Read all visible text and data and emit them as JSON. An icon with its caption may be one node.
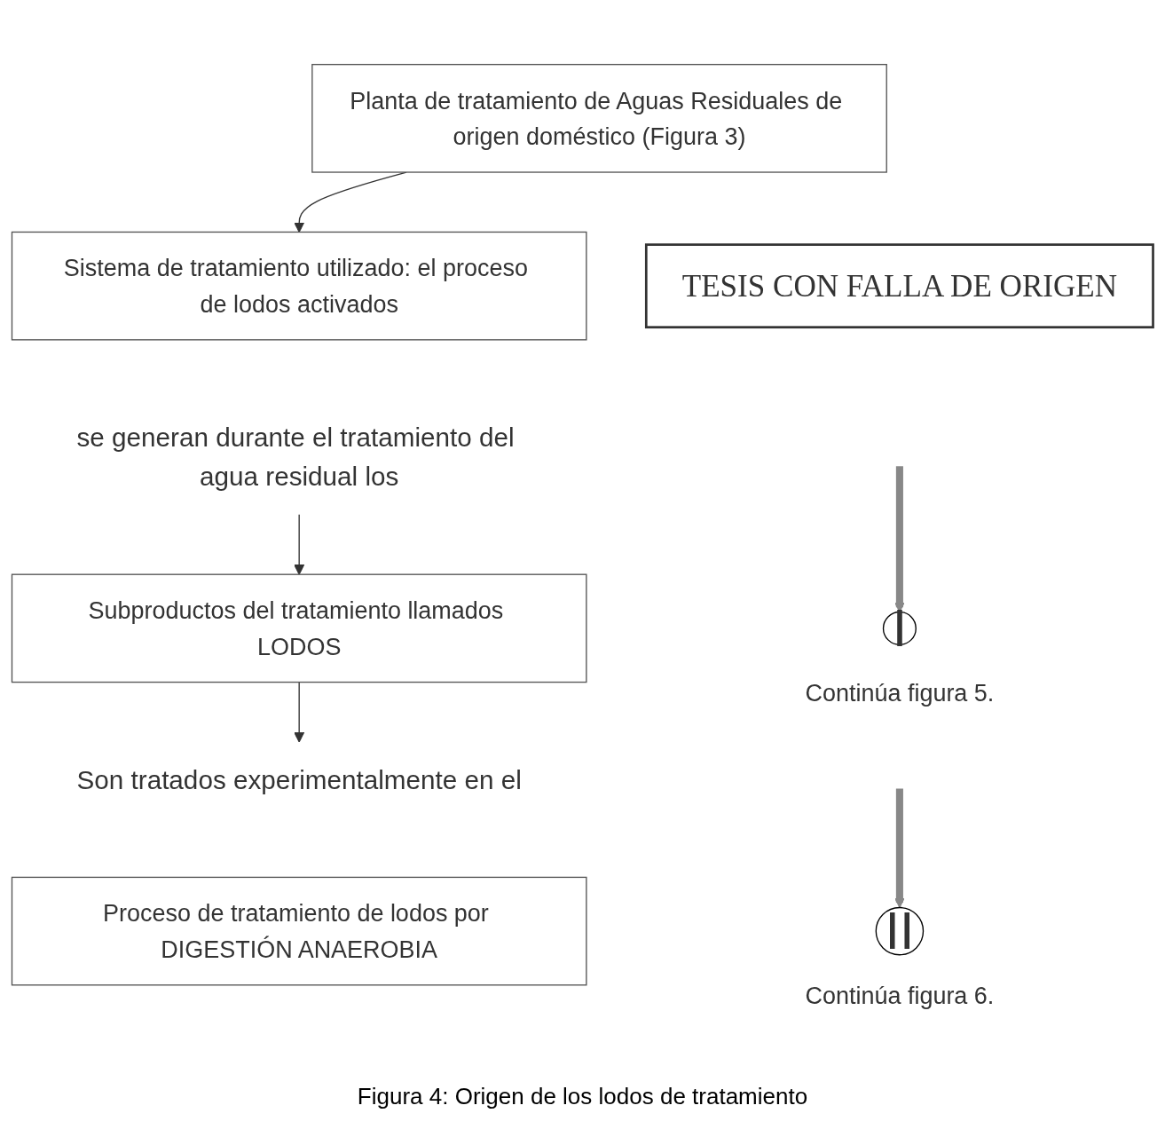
{
  "diagram": {
    "caption": "Figura 4: Origen de los lodos de tratamiento",
    "nodes": [
      {
        "text": [
          "Planta de tratamiento de Aguas Residuales de origen doméstico (Figura 3)"
        ]
      },
      {
        "text": [
          "Sistema de tratamiento utilizado: el proceso de lodos activados"
        ]
      },
      {
        "text": [
          "TESIS CON FALLA DE ORIGEN"
        ]
      },
      {
        "text": [
          "se generan durante el tratamiento del agua residual los"
        ]
      },
      {
        "text": [
          "Subproductos del tratamiento llamados LODOS"
        ]
      },
      {
        "text": [
          "I"
        ],
        "beside": [
          "Continúa figura 5."
        ]
      },
      {
        "text": [
          "Son tratados experimentalmente en el"
        ]
      },
      {
        "text": [
          "Proceso de tratamiento de lodos por DIGESTIÓN ANAEROBIA"
        ]
      },
      {
        "text": [
          "II"
        ],
        "beside": [
          "Continúa figura 6."
        ]
      }
    ],
    "edges": [
      {
        "from": 0,
        "to": 1,
        "arrow": "to"
      },
      {
        "from": 3,
        "to": 4,
        "arrow": "to"
      },
      {
        "from": 4,
        "to": 6,
        "arrow": "to"
      },
      {
        "from": null,
        "to": 5,
        "arrow": "to",
        "style": "thick"
      },
      {
        "from": null,
        "to": 8,
        "arrow": "to",
        "style": "thick"
      }
    ]
  }
}
